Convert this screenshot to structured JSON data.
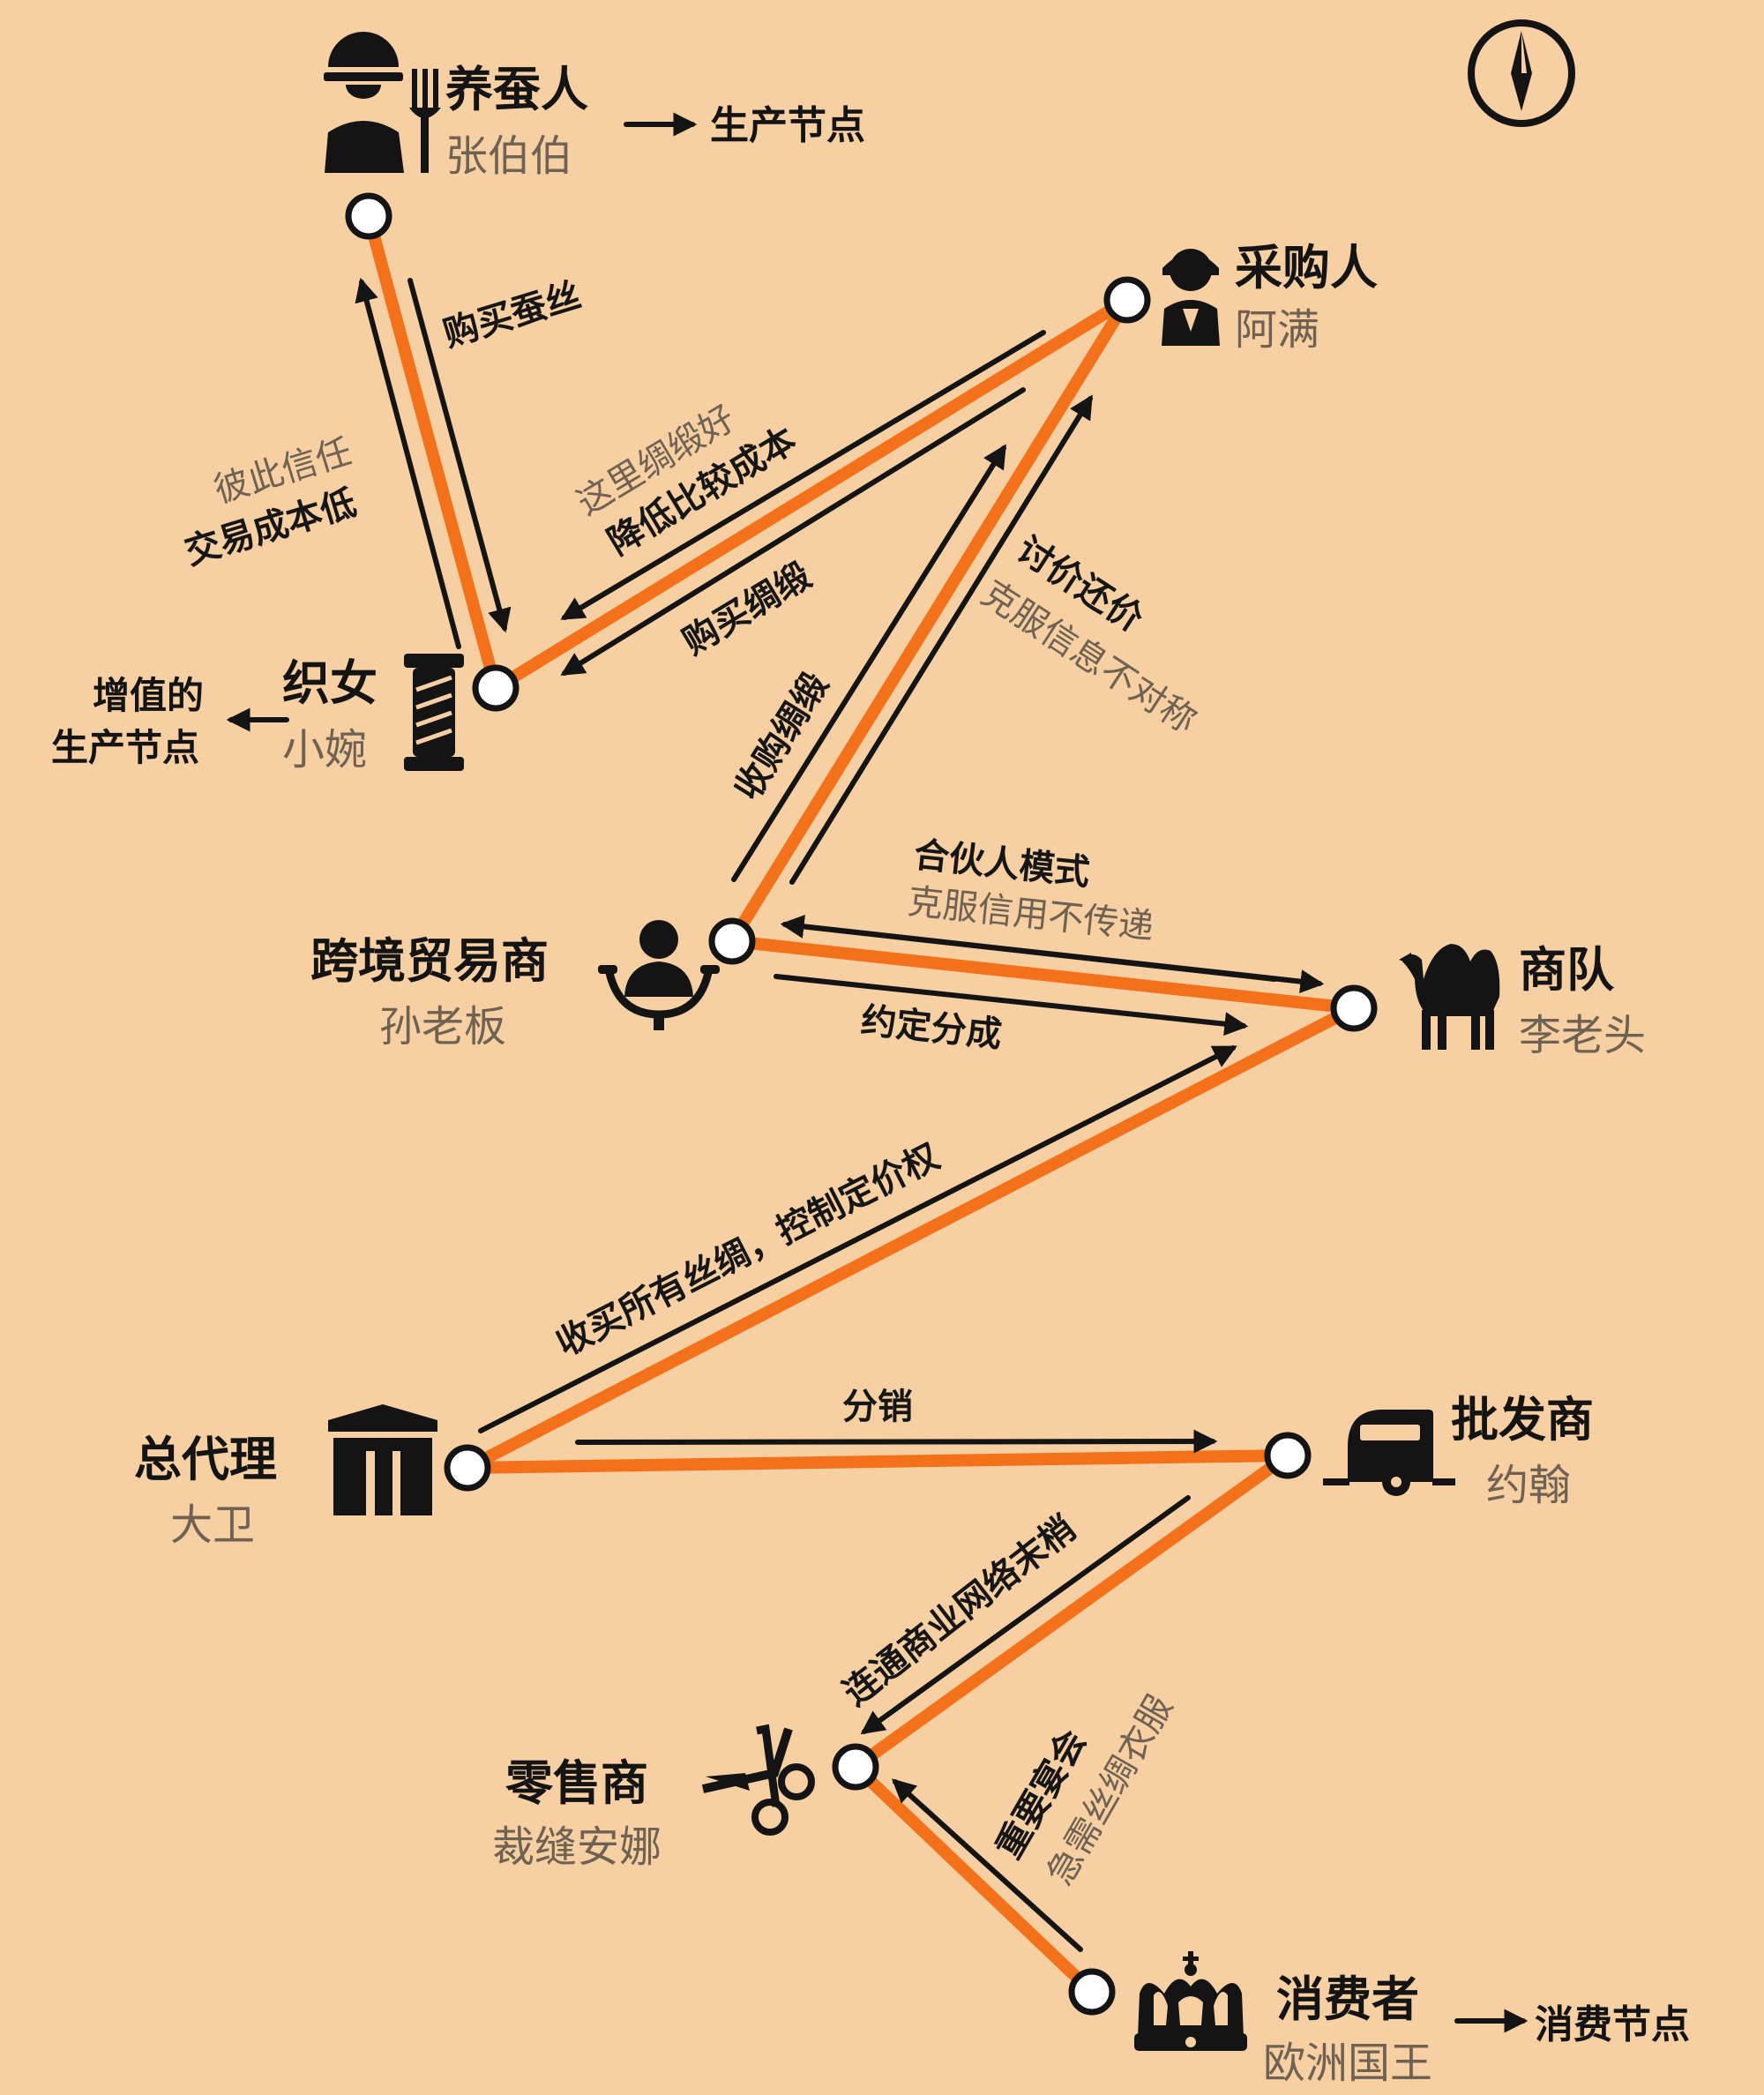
{
  "nodes": {
    "silkworm": {
      "title": "养蚕人",
      "person": "张伯伯",
      "role_note": "生产节点",
      "icon": "farmer-icon"
    },
    "buyer": {
      "title": "采购人",
      "person": "阿满",
      "icon": "buyer-icon"
    },
    "weaver": {
      "title": "织女",
      "person": "小婉",
      "role_note_line1": "增值的",
      "role_note_line2": "生产节点",
      "icon": "yarn-spool-icon"
    },
    "trader": {
      "title": "跨境贸易商",
      "person": "孙老板",
      "icon": "captain-wheel-icon"
    },
    "caravan": {
      "title": "商队",
      "person": "李老头",
      "icon": "camel-icon"
    },
    "agent": {
      "title": "总代理",
      "person": "大卫",
      "icon": "warehouse-icon"
    },
    "wholesale": {
      "title": "批发商",
      "person": "约翰",
      "icon": "trailer-icon"
    },
    "retailer": {
      "title": "零售商",
      "person": "裁缝安娜",
      "icon": "scissors-icon"
    },
    "consumer": {
      "title": "消费者",
      "person": "欧洲国王",
      "role_note": "消费节点",
      "icon": "crown-icon"
    }
  },
  "edges": {
    "buy_silk": "购买蚕丝",
    "trust_line1": "彼此信任",
    "trust_line2": "交易成本低",
    "good_silk_line1": "这里绸缎好",
    "good_silk_line2": "降低比较成本",
    "buy_satin": "购买绸缎",
    "bargain_line1": "讨价还价",
    "bargain_line2": "克服信息不对称",
    "acquire_satin": "收购绸缎",
    "partner_line1": "合伙人模式",
    "partner_line2": "克服信用不传递",
    "profit_share": "约定分成",
    "monopoly": "收买所有丝绸，控制定价权",
    "distribution": "分销",
    "network_end": "连通商业网络末梢",
    "banquet_line1": "重要宴会",
    "banquet_line2": "急需丝绸衣服"
  },
  "colors": {
    "background": "#f6cfa2",
    "route": "#f4711b",
    "ink": "#141414",
    "muted": "#6f6253"
  },
  "compass_icon": "compass-icon"
}
